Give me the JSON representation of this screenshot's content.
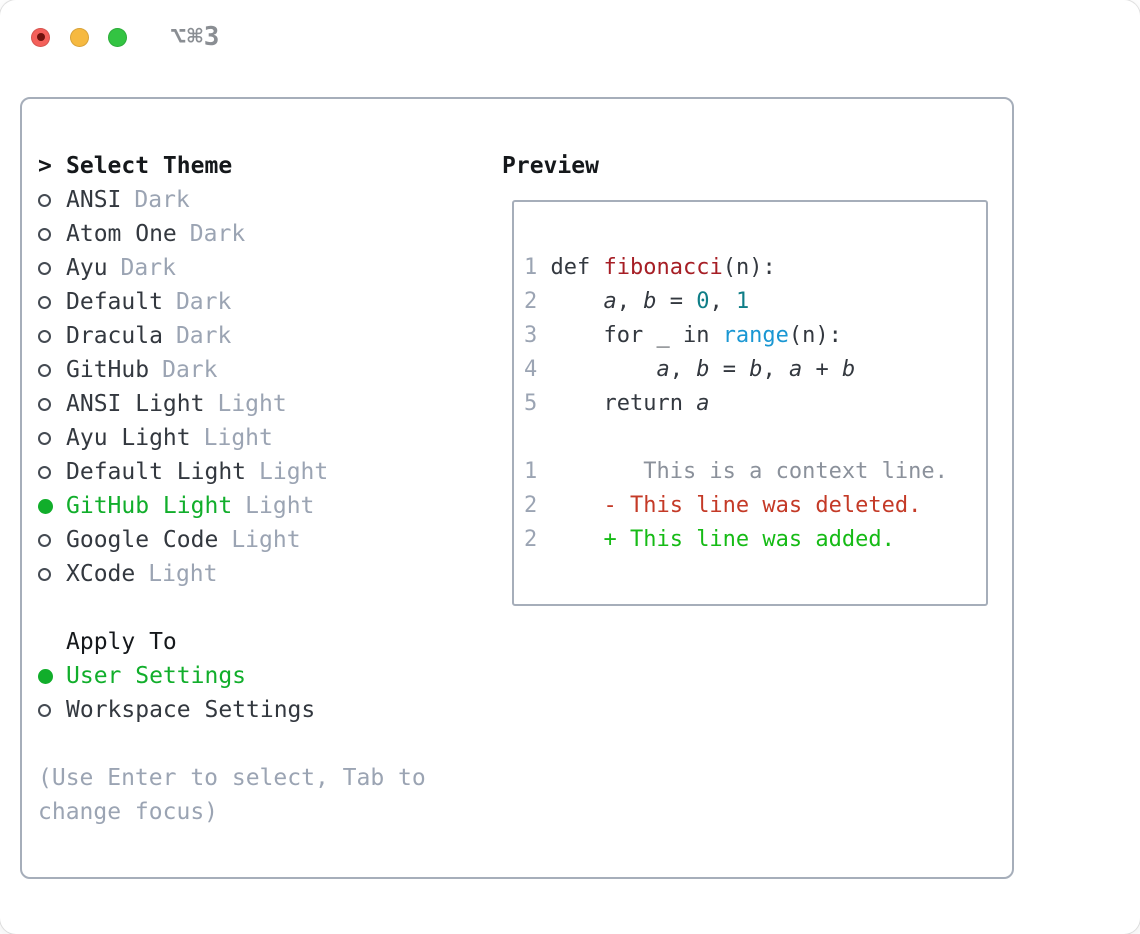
{
  "window": {
    "title": "⌥⌘3"
  },
  "theme_panel": {
    "title_prefix": ">",
    "title": "Select Theme",
    "themes": [
      {
        "name": "ANSI",
        "variant": "Dark",
        "selected": false
      },
      {
        "name": "Atom One",
        "variant": "Dark",
        "selected": false
      },
      {
        "name": "Ayu",
        "variant": "Dark",
        "selected": false
      },
      {
        "name": "Default",
        "variant": "Dark",
        "selected": false
      },
      {
        "name": "Dracula",
        "variant": "Dark",
        "selected": false
      },
      {
        "name": "GitHub",
        "variant": "Dark",
        "selected": false
      },
      {
        "name": "ANSI Light",
        "variant": "Light",
        "selected": false
      },
      {
        "name": "Ayu Light",
        "variant": "Light",
        "selected": false
      },
      {
        "name": "Default Light",
        "variant": "Light",
        "selected": false
      },
      {
        "name": "GitHub Light",
        "variant": "Light",
        "selected": true
      },
      {
        "name": "Google Code",
        "variant": "Light",
        "selected": false
      },
      {
        "name": "XCode",
        "variant": "Light",
        "selected": false
      }
    ],
    "apply_to": {
      "title": "Apply To",
      "options": [
        {
          "label": "User Settings",
          "selected": true
        },
        {
          "label": "Workspace Settings",
          "selected": false
        }
      ]
    },
    "hint_line1": "(Use Enter to select, Tab to",
    "hint_line2": "change focus)"
  },
  "preview": {
    "title": "Preview",
    "lines": [
      {
        "no": "1",
        "kind": "code",
        "segments": [
          [
            "plain",
            " def "
          ],
          [
            "func",
            "fibonacci"
          ],
          [
            "plain",
            "(n):"
          ]
        ]
      },
      {
        "no": "2",
        "kind": "code",
        "segments": [
          [
            "plain",
            "     "
          ],
          [
            "var",
            "a"
          ],
          [
            "plain",
            ", "
          ],
          [
            "var",
            "b"
          ],
          [
            "plain",
            " = "
          ],
          [
            "num",
            "0"
          ],
          [
            "plain",
            ", "
          ],
          [
            "num",
            "1"
          ]
        ]
      },
      {
        "no": "3",
        "kind": "code",
        "segments": [
          [
            "plain",
            "     for _ in "
          ],
          [
            "builtin",
            "range"
          ],
          [
            "plain",
            "(n):"
          ]
        ]
      },
      {
        "no": "4",
        "kind": "code",
        "segments": [
          [
            "plain",
            "         "
          ],
          [
            "var",
            "a"
          ],
          [
            "plain",
            ", "
          ],
          [
            "var",
            "b"
          ],
          [
            "plain",
            " = "
          ],
          [
            "var",
            "b"
          ],
          [
            "plain",
            ", "
          ],
          [
            "var",
            "a"
          ],
          [
            "plain",
            " + "
          ],
          [
            "var",
            "b"
          ]
        ]
      },
      {
        "no": "5",
        "kind": "code",
        "segments": [
          [
            "plain",
            "     return "
          ],
          [
            "var",
            "a"
          ]
        ]
      },
      {
        "no": "",
        "kind": "blank",
        "segments": []
      },
      {
        "no": "1",
        "kind": "context",
        "segments": [
          [
            "context",
            "        This is a context line."
          ]
        ]
      },
      {
        "no": "2",
        "kind": "deleted",
        "segments": [
          [
            "del",
            "     - This line was deleted."
          ]
        ]
      },
      {
        "no": "2",
        "kind": "added",
        "segments": [
          [
            "add",
            "     + This line was added."
          ]
        ]
      }
    ]
  },
  "colors": {
    "accent_green": "#11ae2b",
    "added_green": "#16bb16",
    "deleted_red": "#c43a27",
    "function_red": "#a61e25",
    "number_teal": "#0f7e87",
    "builtin_blue": "#1a97d3",
    "muted_gray": "#9ba4b3",
    "context_gray": "#8b919b",
    "text_dark": "#33383f",
    "heading_black": "#15181b",
    "border_gray": "#a6aeba",
    "traffic_red": "#f4605a",
    "traffic_yellow": "#f6b940",
    "traffic_green": "#33c442"
  }
}
